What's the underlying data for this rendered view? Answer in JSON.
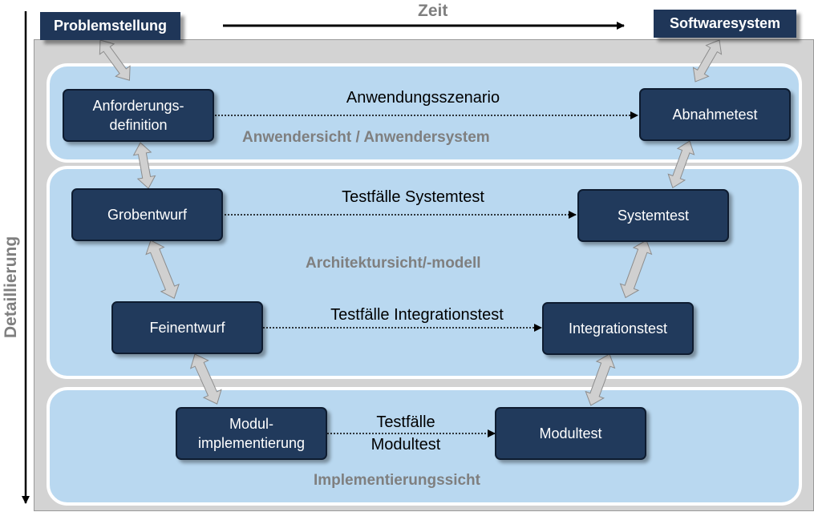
{
  "axes": {
    "time_label": "Zeit",
    "detail_label": "Detaillierung"
  },
  "header": {
    "left": "Problemstellung",
    "right": "Softwaresystem"
  },
  "bands": {
    "user": "Anwendersicht / Anwendersystem",
    "architecture": "Architektursicht/-modell",
    "implementation": "Implementierungssicht"
  },
  "left_phases": {
    "requirements": "Anforderungs-\ndefinition",
    "coarse_design": "Grobentwurf",
    "detail_design": "Feinentwurf",
    "module_impl": "Modul-\nimplementierung"
  },
  "right_phases": {
    "acceptance_test": "Abnahmetest",
    "system_test": "Systemtest",
    "integration_test": "Integrationstest",
    "module_test": "Modultest"
  },
  "flows": {
    "scenario": "Anwendungsszenario",
    "system_cases": "Testfälle Systemtest",
    "integration_cases": "Testfälle Integrationstest",
    "module_cases": "Testfälle\nModultest"
  },
  "colors": {
    "box_fill": "#213a5c",
    "band_fill": "#b9d8f0",
    "background": "#d3d3d3",
    "label_gray": "#7f7f7f"
  }
}
